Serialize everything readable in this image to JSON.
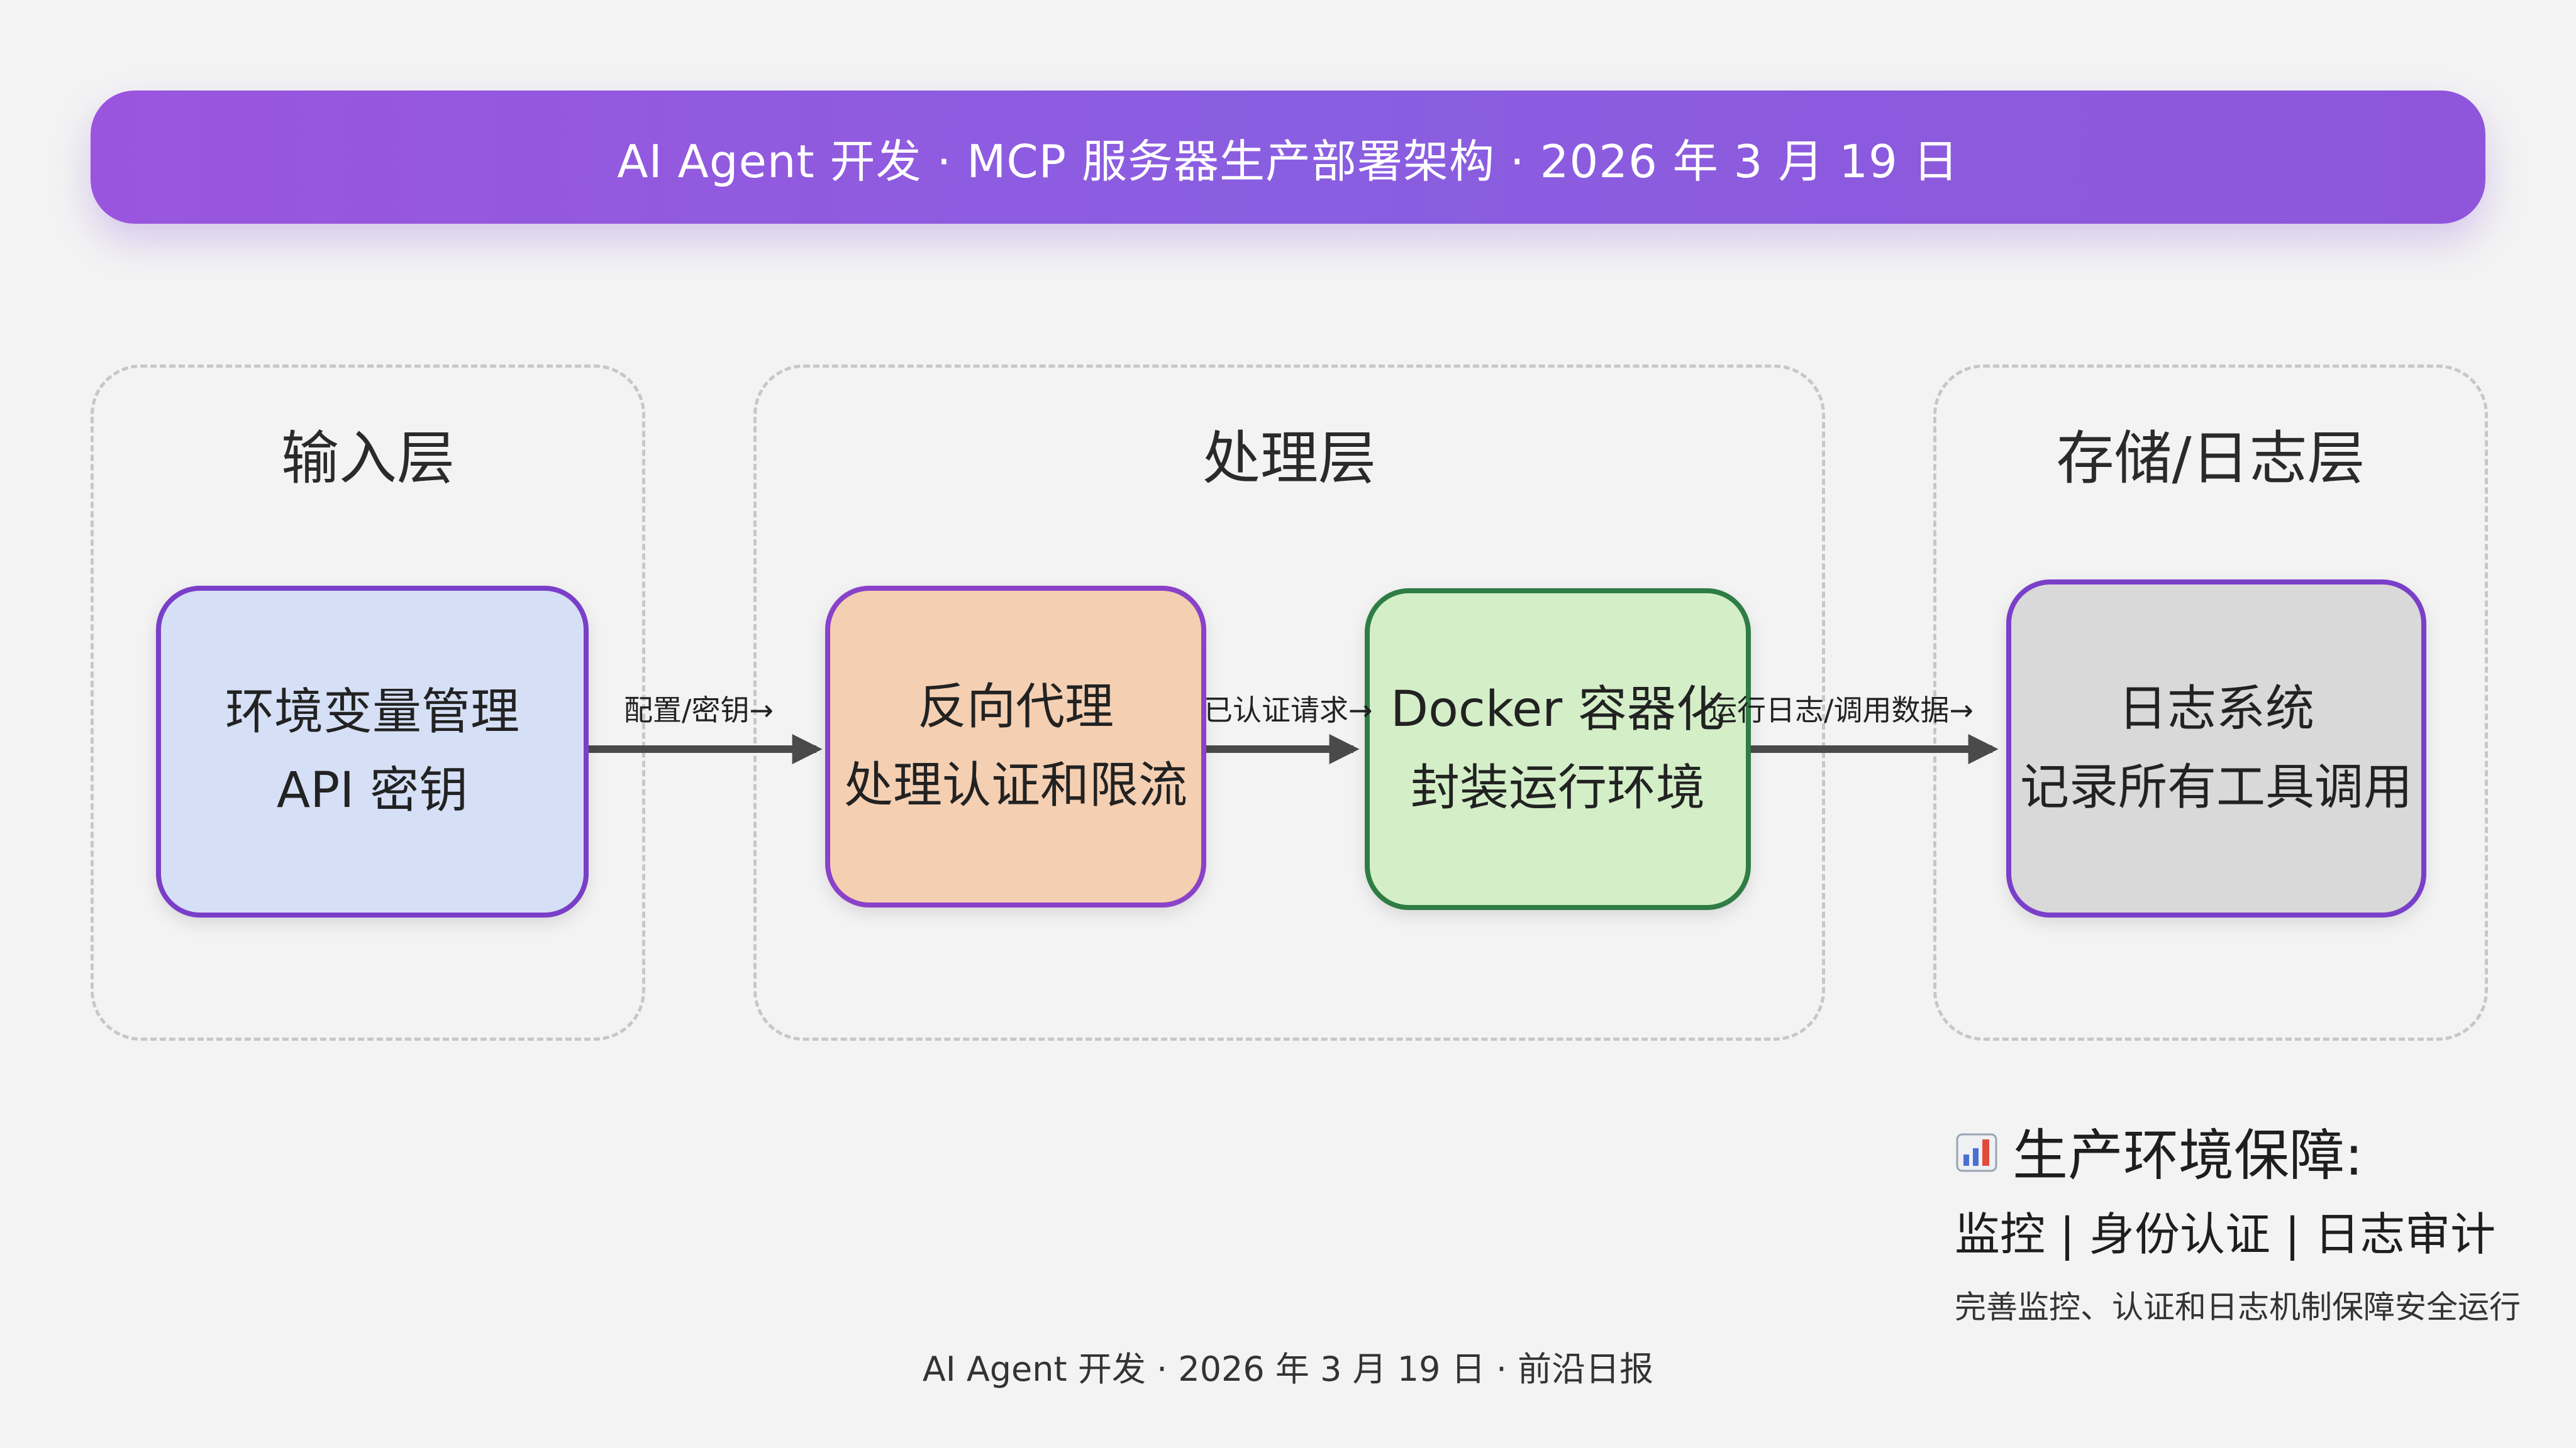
{
  "header": {
    "banner_text": "AI Agent  开发 · MCP 服务器生产部署架构 · 2026 年 3 月 19 日",
    "banner_color": "#8f58de"
  },
  "layers": [
    {
      "title": "输入层"
    },
    {
      "title": "处理层"
    },
    {
      "title": "存储/日志层"
    }
  ],
  "nodes": [
    {
      "line1": "环境变量管理",
      "line2": "API 密钥",
      "fill": "#d5e0f6",
      "border": "#7a3fc9"
    },
    {
      "line1": "反向代理",
      "line2": "处理认证和限流",
      "fill": "#f4cfb2",
      "border": "#8a42c9"
    },
    {
      "line1": "Docker 容器化",
      "line2": "封装运行环境",
      "fill": "#d4efc8",
      "border": "#2f7d45"
    },
    {
      "line1": "日志系统",
      "line2": "记录所有工具调用",
      "fill": "#d9d9d9",
      "border": "#7a3fc9"
    }
  ],
  "edges": [
    {
      "label": "配置/密钥→"
    },
    {
      "label": "已认证请求→"
    },
    {
      "label": "运行日志/调用数据→"
    }
  ],
  "legend": {
    "icon": "bar-chart-icon",
    "title": "生产环境保障:",
    "items": "监控 | 身份认证 | 日志审计",
    "note": "完善监控、认证和日志机制保障安全运行"
  },
  "footer": {
    "text": "AI Agent 开发 · 2026 年 3 月 19 日 · 前沿日报"
  }
}
